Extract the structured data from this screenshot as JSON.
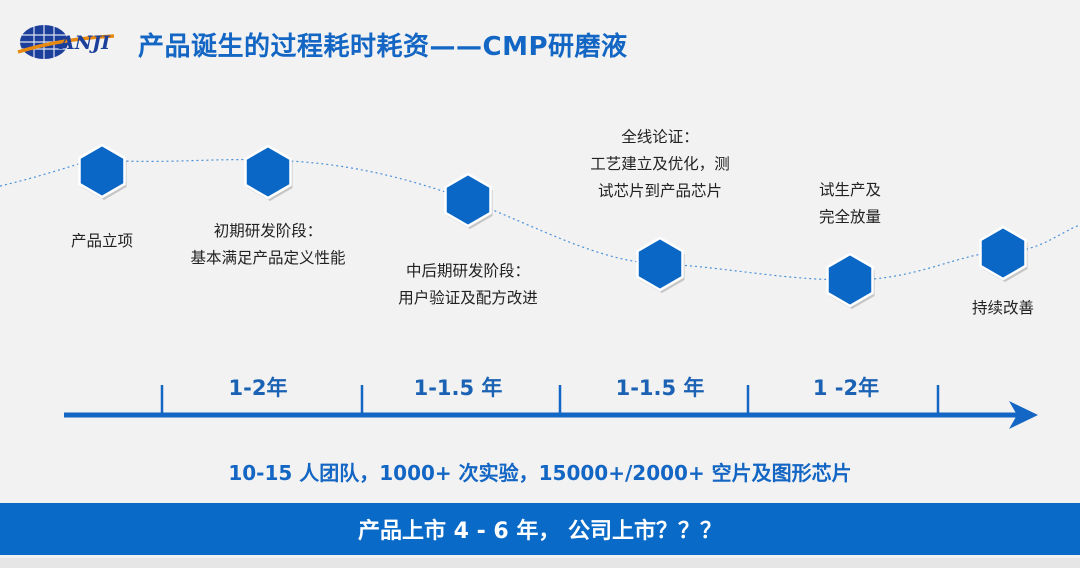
{
  "logo": {
    "text": "ANJI"
  },
  "header": {
    "title": "产品诞生的过程耗时耗资——CMP研磨液"
  },
  "milestones": [
    {
      "lines": [
        "产品立项"
      ]
    },
    {
      "lines": [
        "初期研发阶段：",
        "基本满足产品定义性能"
      ]
    },
    {
      "lines": [
        "中后期研发阶段：",
        "用户验证及配方改进"
      ]
    },
    {
      "lines": [
        "全线论证：",
        "工艺建立及优化，测",
        "试芯片到产品芯片"
      ]
    },
    {
      "lines": [
        "试生产及",
        "完全放量"
      ]
    },
    {
      "lines": [
        "持续改善"
      ]
    }
  ],
  "timeline": {
    "periods": [
      "1-2年",
      "1-1.5 年",
      "1-1.5 年",
      "1 -2年"
    ]
  },
  "summary": "10-15 人团队，1000+ 次实验，15000+/2000+ 空片及图形芯片",
  "footer": {
    "text": "产品上市 4 - 6 年，  公司上市？？？"
  },
  "colors": {
    "primary": "#1366c3",
    "hexagon": "#0b67c6",
    "banner": "#0a6ac8",
    "background": "#f2f2f2"
  }
}
